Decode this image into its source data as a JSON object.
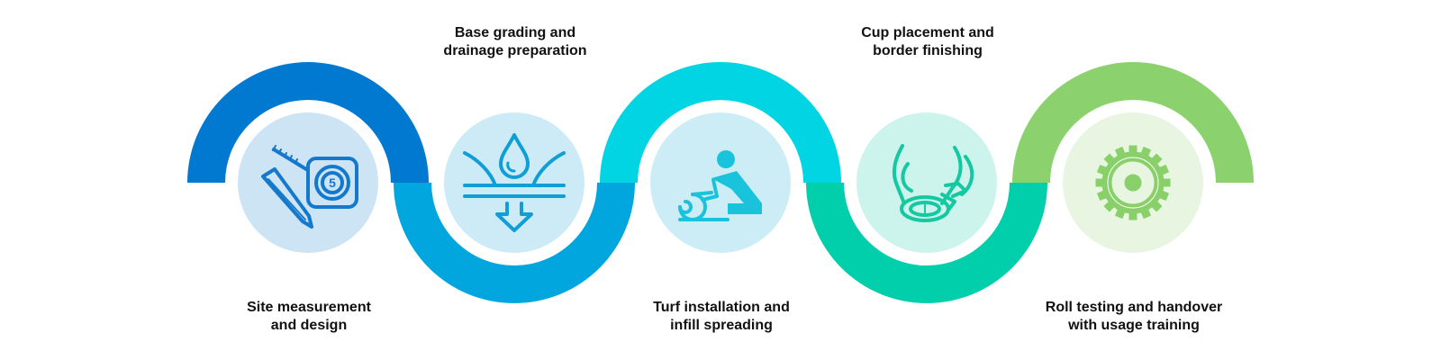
{
  "steps": [
    {
      "line1": "Site measurement",
      "line2": "and design",
      "icon": "tape-measure-pencil-icon",
      "arc_color": "#0179d1",
      "circle_color": "#cce4f4",
      "icon_color": "#1478cc"
    },
    {
      "line1": "Base grading and",
      "line2": "drainage preparation",
      "icon": "water-drop-drainage-icon",
      "arc_color": "#01a6de",
      "circle_color": "#cdebf7",
      "icon_color": "#0f9fd6"
    },
    {
      "line1": "Turf installation and",
      "line2": "infill spreading",
      "icon": "person-rolling-turf-icon",
      "arc_color": "#01d4e3",
      "circle_color": "#ccedf5",
      "icon_color": "#19c3dc"
    },
    {
      "line1": "Cup placement and",
      "line2": "border finishing",
      "icon": "hands-placing-cup-icon",
      "arc_color": "#01ceab",
      "circle_color": "#ccf3ec",
      "icon_color": "#14c9a2"
    },
    {
      "line1": "Roll testing and handover",
      "line2": "with usage training",
      "icon": "gear-icon",
      "arc_color": "#8bd26e",
      "circle_color": "#e7f5e1",
      "icon_color": "#89d06a"
    }
  ]
}
